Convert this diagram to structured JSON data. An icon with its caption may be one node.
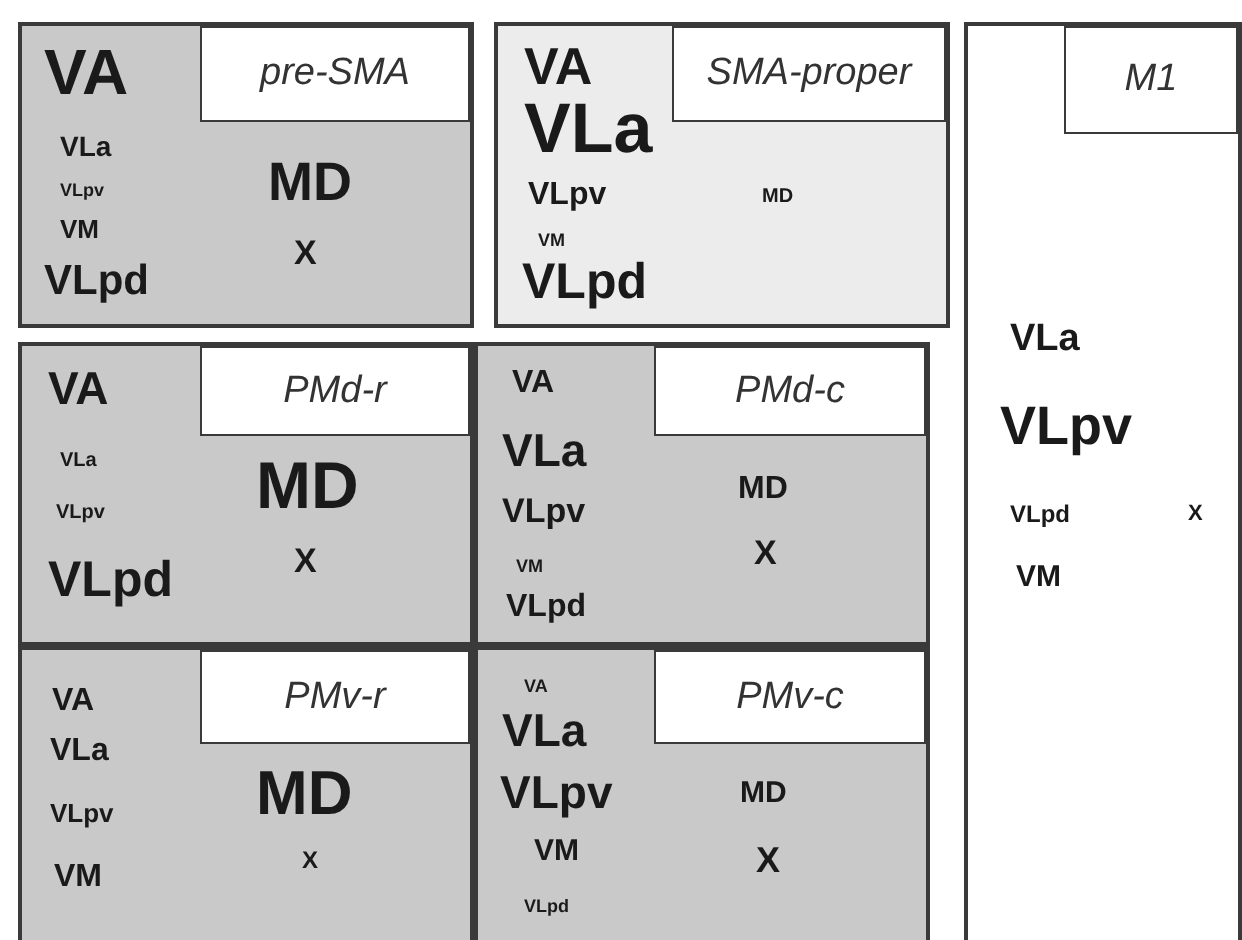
{
  "diagram": {
    "nodes": [
      {
        "text": [
          "VA",
          "VLa",
          "VLpv",
          "VM",
          "VLpd",
          "MD",
          "X"
        ]
      },
      {
        "text": [
          "pre-SMA"
        ],
        "in": 0
      },
      {
        "text": [
          "VA",
          "VLa",
          "VLpv",
          "VM",
          "VLpd",
          "MD"
        ]
      },
      {
        "text": [
          "SMA-proper"
        ],
        "in": 2
      },
      {
        "text": [
          "VLa",
          "VLpv",
          "VLpd",
          "X",
          "VM"
        ]
      },
      {
        "text": [
          "M1"
        ],
        "in": 4
      },
      {
        "text": [
          "VA",
          "VLa",
          "VLpv",
          "VLpd",
          "MD",
          "X"
        ]
      },
      {
        "text": [
          "PMd-r"
        ],
        "in": 6
      },
      {
        "text": [
          "VA",
          "VLa",
          "VLpv",
          "VM",
          "VLpd",
          "MD",
          "X"
        ]
      },
      {
        "text": [
          "PMd-c"
        ],
        "in": 8
      },
      {
        "text": [
          "VA",
          "VLa",
          "VLpv",
          "VM",
          "MD",
          "X"
        ]
      },
      {
        "text": [
          "PMv-r"
        ],
        "in": 10
      },
      {
        "text": [
          "VA",
          "VLa",
          "VLpv",
          "VM",
          "VLpd",
          "MD",
          "X"
        ]
      },
      {
        "text": [
          "PMv-c"
        ],
        "in": 12
      }
    ]
  }
}
